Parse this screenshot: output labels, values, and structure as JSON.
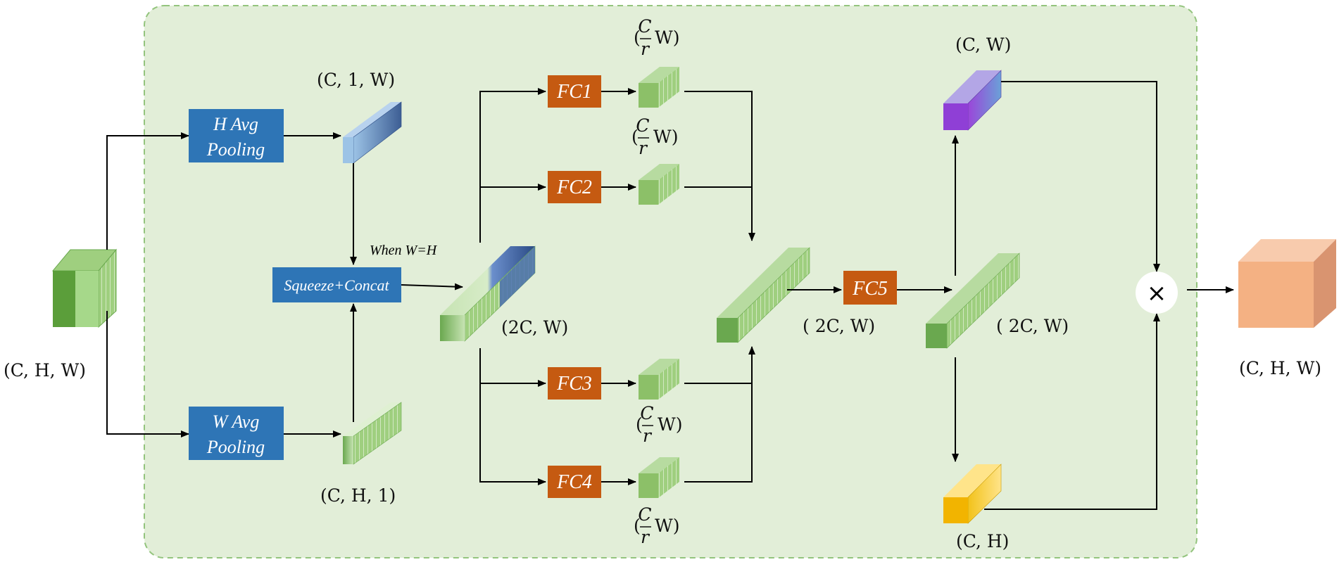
{
  "dims": {
    "input": "(C, H, W)",
    "h_pool_out": "(C, 1, W)",
    "w_pool_out": "(C, H, 1)",
    "concat_out": "(2C, W)",
    "fc1_out": "W)",
    "fc2_out": "W)",
    "fc3_out": "W)",
    "fc4_out": "W)",
    "fc5_in": "( 2C, W)",
    "fc5_out": "( 2C, W)",
    "branch_w": "(C, W)",
    "branch_h": "(C, H)",
    "output": "(C, H, W)"
  },
  "fraction": {
    "numerator": "C",
    "denominator": "r",
    "open_paren": "("
  },
  "blocks": {
    "h_avg_pooling": [
      "H Avg",
      "Pooling"
    ],
    "w_avg_pooling": [
      "W Avg",
      "Pooling"
    ],
    "squeeze_concat": "Squeeze+Concat",
    "fc1": "FC1",
    "fc2": "FC2",
    "fc3": "FC3",
    "fc4": "FC4",
    "fc5": "FC5",
    "multiply": "×"
  },
  "annotation": "When W=H",
  "colors": {
    "panel_fill": "#e2eed8",
    "panel_border": "#93c47d",
    "blue_block": "#2e75b6",
    "orange_block": "#c55a11",
    "green_tensor": "#8cc068",
    "output_cube": "#f4b183"
  }
}
